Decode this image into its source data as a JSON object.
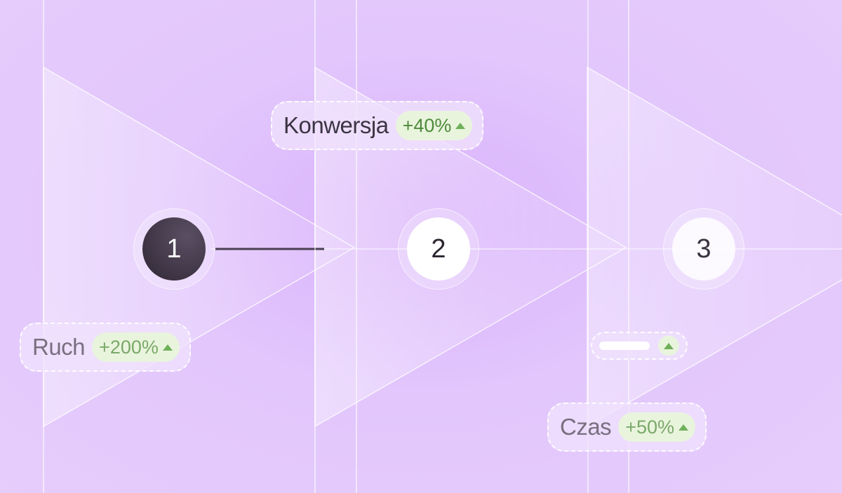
{
  "steps": [
    {
      "number": "1"
    },
    {
      "number": "2"
    },
    {
      "number": "3"
    }
  ],
  "metrics": {
    "konwersja": {
      "label": "Konwersja",
      "value": "+40%"
    },
    "ruch": {
      "label": "Ruch",
      "value": "+200%"
    },
    "czas": {
      "label": "Czas",
      "value": "+50%"
    }
  },
  "colors": {
    "background": "#dcb6fb",
    "step_active": "#2f2735",
    "badge_bg": "#e9f4dd",
    "badge_text": "#4f8a3c"
  },
  "icons": [
    "caret-up-icon"
  ]
}
